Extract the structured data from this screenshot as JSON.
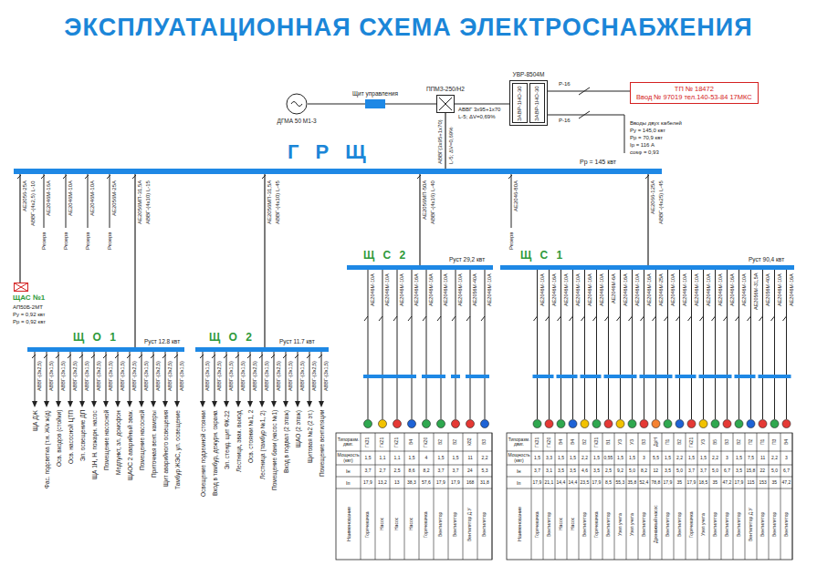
{
  "diagram": {
    "title": "ЭКСПЛУАТАЦИОННАЯ СХЕМА ЭЛЕКТРОСНАБЖЕНИЯ",
    "nodes": [
      {
        "text": [
          "ДГМА 50 М1-3"
        ]
      },
      {
        "text": [
          "Щит управления"
        ]
      },
      {
        "text": [
          "ППМЗ-250/Н2"
        ]
      },
      {
        "text": [
          "УВР-8504М",
          "ЗАВР-1НО-30",
          "ЗАВР-1НО-30"
        ]
      },
      {
        "text": [
          "ТП № 18472",
          "Ввод № 97019 тел.140-53-84 17МКС"
        ]
      },
      {
        "text": [
          "Г Р Щ",
          "Рр = 145 квт"
        ]
      },
      {
        "text": [
          "ЩАС №1",
          "АП50Б-2МТ",
          "Ру = 0,92 квт",
          "Рр = 0,92 квт"
        ]
      },
      {
        "text": [
          "Щ О 1",
          "Руст 12.8 квт"
        ]
      },
      {
        "text": [
          "Щ О 2",
          "Руст 11.7 квт"
        ]
      },
      {
        "text": [
          "Щ С 2",
          "Руст 29,2 квт"
        ]
      },
      {
        "text": [
          "Щ С 1",
          "Руст 90,4 квт"
        ]
      }
    ],
    "edges": [
      {
        "from": 0,
        "to": 1,
        "arrow": "none"
      },
      {
        "from": 1,
        "to": 2,
        "arrow": "none"
      },
      {
        "from": 2,
        "to": 3,
        "arrow": "none"
      },
      {
        "from": 3,
        "to": 4,
        "arrow": "none"
      },
      {
        "from": 2,
        "to": 5,
        "arrow": "none"
      },
      {
        "from": 5,
        "to": 6,
        "arrow": "none"
      },
      {
        "from": 5,
        "to": 7,
        "arrow": "none"
      },
      {
        "from": 5,
        "to": 8,
        "arrow": "none"
      },
      {
        "from": 5,
        "to": 9,
        "arrow": "none"
      },
      {
        "from": 5,
        "to": 10,
        "arrow": "none"
      }
    ],
    "labels": [
      "АВВГ 3х95+1х70",
      "L-5; ΔV=0,69%",
      "Р-16",
      "Р-16",
      "Вводы двух кабелей",
      "Ру = 145,0 квт",
      "Рр = 70,9 квт",
      "Iр = 116 А",
      "cosφ = 0,93",
      "АВВГ(3х95+1х70)",
      "L-5; ΔV=0,69%",
      "АЕ2056-25А",
      "АВВГ-(4х2,5) L-10",
      "АЕ2046М-16А",
      "Резерв",
      "АЕ2046М-10А",
      "Резерв",
      "АЕ2046М-10А",
      "Резерв",
      "АЕ2056М-25А",
      "Резерв",
      "АЕ2056МП-31,5А",
      "АВВГ-(4х10) L-15",
      "АЕ2056МП-31,5А",
      "АВВГ-(4х10) L-45",
      "АЕ2056МП-50А",
      "АВВГ-(4х16) L-40",
      "АЕ2046-80А",
      "Резерв",
      "АЕ2066-125А",
      "АВВГ-(4х25) L-45",
      "АВВГ-(3х2,5)",
      "АВВГ-(3х1,5)",
      "АВВГ-(3х1,5)",
      "АВВГ-(3х2,5)",
      "АВВГ-(3х1,5)",
      "АВВГ-(3х2,5)",
      "АВВГ-(3х1,5)",
      "АВВГ-(3х1,5)",
      "АВВГ-(3х2,5)",
      "АВВГ-(3х1,5)",
      "АВВГ-(3х2,5)",
      "АВВГ-(3х2,5)",
      "АВВГ-(3х1,5)",
      "ЩА ДЖ",
      "Фас. подсветка (т.н. Ж/к ж/д)",
      "Осв. входов (стойки)",
      "Осв. насосной ЦТП",
      "Эл. освещение ДП",
      "ЩА 1Н, Н. пожарн. насос",
      "Помещение насосной",
      "Медпункт, эл. домофон",
      "ЩАОС 2 аварийный эвак.",
      "Помещение насосной",
      "Приточная вент. камеры",
      "Щит аварийного освещения",
      "Тамбур ЖЭС, ул. освещение",
      "АВВГ-(3х1,5)",
      "АВВГ-(3х2,5)",
      "АВВГ-(3х1,5)",
      "АВВГ-(3х1,5)",
      "АВВГ-(3х2,5)",
      "АВВГ-(3х1,5)",
      "АВВГ-(3х2,5)",
      "АВВГ-(3х1,5)",
      "АВВГ-(3х1,5)",
      "АВВГ-(3х2,5)",
      "АВВГ-(3х1,5)",
      "Освещение подземной стоянки",
      "Вход в тамбур, дежурн. охрана",
      "Эл. стенд. щит ФК-22",
      "Лестница, эвак. выход",
      "Осв. стоянки №1, 2",
      "Лестница (тамбур №1, 2)",
      "Помещение бани (насос №1)",
      "Вход в подвал (2 этаж)",
      "ЩАО (2 этаж)",
      "Щитовая №2 (2 эт.)",
      "Помещение вентиляции",
      "АЕ2046М-10А",
      "АЕ2046М-10А",
      "АЕ2046М-10А",
      "АЕ2046М-16А",
      "АЕ2046М-16А",
      "АЕ2046М-10А",
      "АЕ2046М-10А",
      "АЕ2056М-40А",
      "АЕ2046М-10А",
      "АЕ2046М-10А",
      "АЕ2046М-16А",
      "АЕ2046М-10А",
      "АЕ2046М-10А",
      "АЕ2046М-16А",
      "АЕ2046М-10А",
      "АЕ2046М-6А",
      "АЕ2046М-16А",
      "АЕ2046М-10А",
      "АЕ2046М-16А",
      "АЕ2046М-25А",
      "АЕ2046М-10А",
      "АЕ2046М-10А",
      "АЕ2046М-10А",
      "АЕ2046М-10А",
      "АЕ2046М-10А",
      "АЕ2046М-16А",
      "АЕ2046М-10А",
      "АЕ2056М-31,5А",
      "АЕ2056М-40А",
      "АЕ2046М-10А",
      "АЕ2046М-16А",
      "Типоразм. двиг.",
      "Мощность (квт)",
      "Iн",
      "Iп",
      "Наименование",
      "ГК31",
      "ГК21",
      "ГК21",
      "В4",
      "ГК20",
      "В2",
      "В2",
      "К82",
      "В3",
      "1,5",
      "1,1",
      "1,1",
      "1,5",
      "4",
      "1,5",
      "1,5",
      "11",
      "2,2",
      "3,7",
      "2,7",
      "2,5",
      "8,6",
      "8,2",
      "3,7",
      "3,7",
      "24",
      "5,3",
      "17,9",
      "13,2",
      "13",
      "38,3",
      "57,6",
      "17,9",
      "17,9",
      "168",
      "31,8",
      "Горячекачка",
      "Насос",
      "Насос",
      "Насос",
      "Горячекачка",
      "Вентилятор",
      "Вентилятор",
      "Вентилятор Д.У",
      "Вентилятор",
      "Типоразм. двиг.",
      "Мощность (квт)",
      "Iн",
      "Iп",
      "Наименование",
      "ГК31",
      "ГК20",
      "В4",
      "В4",
      "В2",
      "ГК31",
      "В1",
      "УЗ",
      "УЗ",
      "В3",
      "ДрН",
      "П1",
      "В2",
      "ГК21",
      "УЗ",
      "В5",
      "В3",
      "В2",
      "П2",
      "П1",
      "П3",
      "В4",
      "1,5",
      "3,3",
      "1,5",
      "1,5",
      "2,2",
      "1,5",
      "0,55",
      "1,5",
      "1,5",
      "3",
      "5,5",
      "1,5",
      "2,2",
      "1,5",
      "1,5",
      "2,2",
      "3",
      "1,5",
      "7,5",
      "11",
      "2,2",
      "3",
      "3,7",
      "3,1",
      "3,5",
      "3,5",
      "4,6",
      "3,5",
      "2,5",
      "9,2",
      "5,0",
      "8,2",
      "12",
      "3,5",
      "5,0",
      "3,7",
      "3,7",
      "5,0",
      "6,7",
      "3,5",
      "15,8",
      "22",
      "5,0",
      "6,7",
      "17,9",
      "21,1",
      "14,4",
      "14,4",
      "23,5",
      "17,9",
      "8,5",
      "55,3",
      "35,8",
      "52,4",
      "78,8",
      "17,9",
      "35",
      "17,9",
      "18,5",
      "35",
      "47,2",
      "17,9",
      "115",
      "153",
      "35",
      "47,2",
      "Горячекачка",
      "Вентилятор",
      "Насос",
      "Насос",
      "Вентилятор",
      "Горячекачка",
      "Вентилятор",
      "Узел учета",
      "Узел учета",
      "Вентилятор",
      "Дренажный насос",
      "Вентилятор",
      "Вентилятор",
      "Горячекачка",
      "Узел учета",
      "Вентилятор",
      "Вентилятор",
      "Вентилятор",
      "Вентилятор Д.У",
      "Вентилятор",
      "Вентилятор",
      "Вентилятор"
    ]
  }
}
